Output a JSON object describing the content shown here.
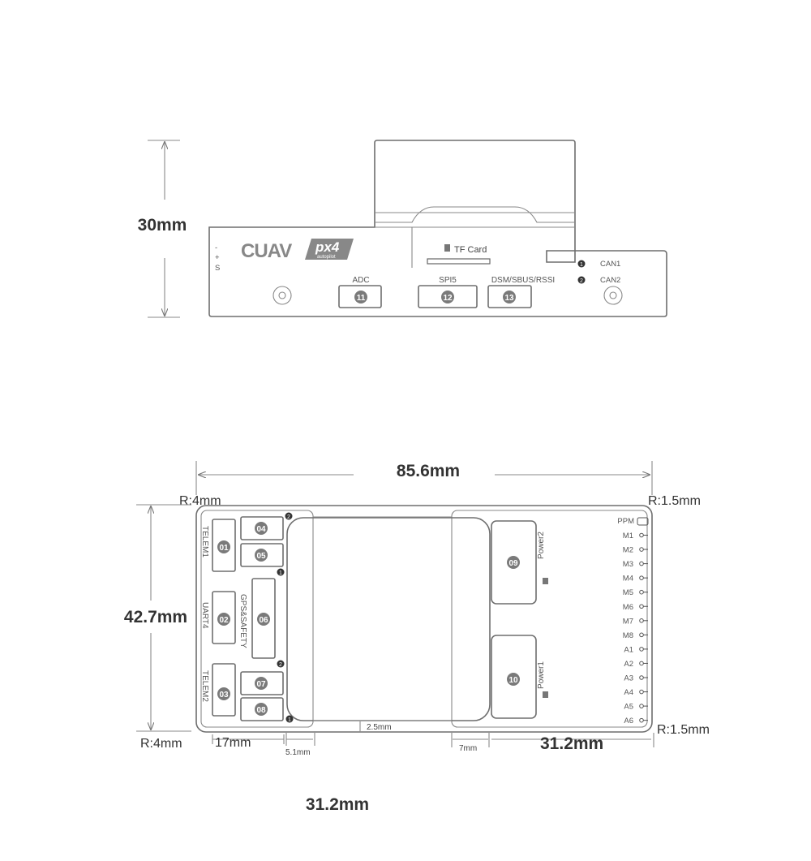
{
  "side_view": {
    "height_label": "30mm",
    "brand_cuav": "CUAV",
    "brand_px4": "px4",
    "brand_px4_sub": "autopilot",
    "pin_marks": [
      "-",
      "+",
      "S"
    ],
    "tf_card": "TF Card",
    "ports": [
      {
        "label": "ADC",
        "num": "11"
      },
      {
        "label": "SPI5",
        "num": "12"
      },
      {
        "label": "DSM/SBUS/RSSI",
        "num": "13"
      }
    ],
    "can": [
      {
        "num": "1",
        "label": "CAN1"
      },
      {
        "num": "2",
        "label": "CAN2"
      }
    ]
  },
  "top_view": {
    "width_label": "85.6mm",
    "height_label": "42.7mm",
    "radius_top_left": "R:4mm",
    "radius_top_right": "R:1.5mm",
    "radius_bottom_left": "R:4mm",
    "radius_bottom_right": "R:1.5mm",
    "dim_17": "17mm",
    "dim_5_1": "5.1mm",
    "dim_2_5": "2.5mm",
    "dim_7": "7mm",
    "dim_31_2": "31.2mm",
    "left_labels": [
      "TELEM1",
      "UART4",
      "TELEM2"
    ],
    "gps_label": "GPS&SAFETY",
    "ports_left": [
      "01",
      "02",
      "03"
    ],
    "ports_mid": [
      "04",
      "05",
      "06",
      "07",
      "08"
    ],
    "ports_right": [
      "09",
      "10"
    ],
    "power_labels": [
      "Power2",
      "Power1"
    ],
    "small_marks": [
      "2",
      "1",
      "2",
      "1"
    ],
    "ppm": "PPM",
    "pins": [
      "M1",
      "M2",
      "M3",
      "M4",
      "M5",
      "M6",
      "M7",
      "M8",
      "A1",
      "A2",
      "A3",
      "A4",
      "A5",
      "A6"
    ]
  },
  "bottom_label": "31.2mm",
  "colors": {
    "outline": "#6e6e6e",
    "badge": "#7a7a7a",
    "text": "#333333"
  }
}
